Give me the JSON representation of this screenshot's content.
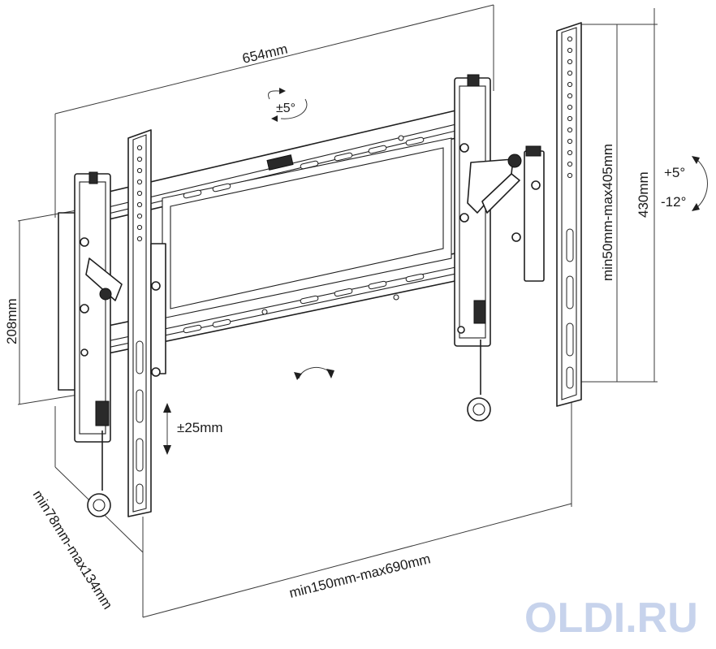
{
  "dimensions": {
    "width_total": "654mm",
    "tilt_top": "±5°",
    "tilt_range_up": "+5°",
    "tilt_range_down": "-12°",
    "height_total": "430mm",
    "vesa_vertical": "min50mm-max405mm",
    "rail_height": "208mm",
    "vertical_adjust": "±25mm",
    "vesa_horizontal": "min150mm-max690mm",
    "wall_distance": "min78mm-max134mm"
  },
  "watermark": {
    "text": "OLDI.RU",
    "color": "#c7d3ec"
  },
  "icons": {
    "tilt_top": "rotate-arrow-icon",
    "swivel_center": "rotate-arrow-icon",
    "vertical_adjust": "up-down-arrow-icon",
    "tilt_side": "curved-arrow-icon"
  }
}
